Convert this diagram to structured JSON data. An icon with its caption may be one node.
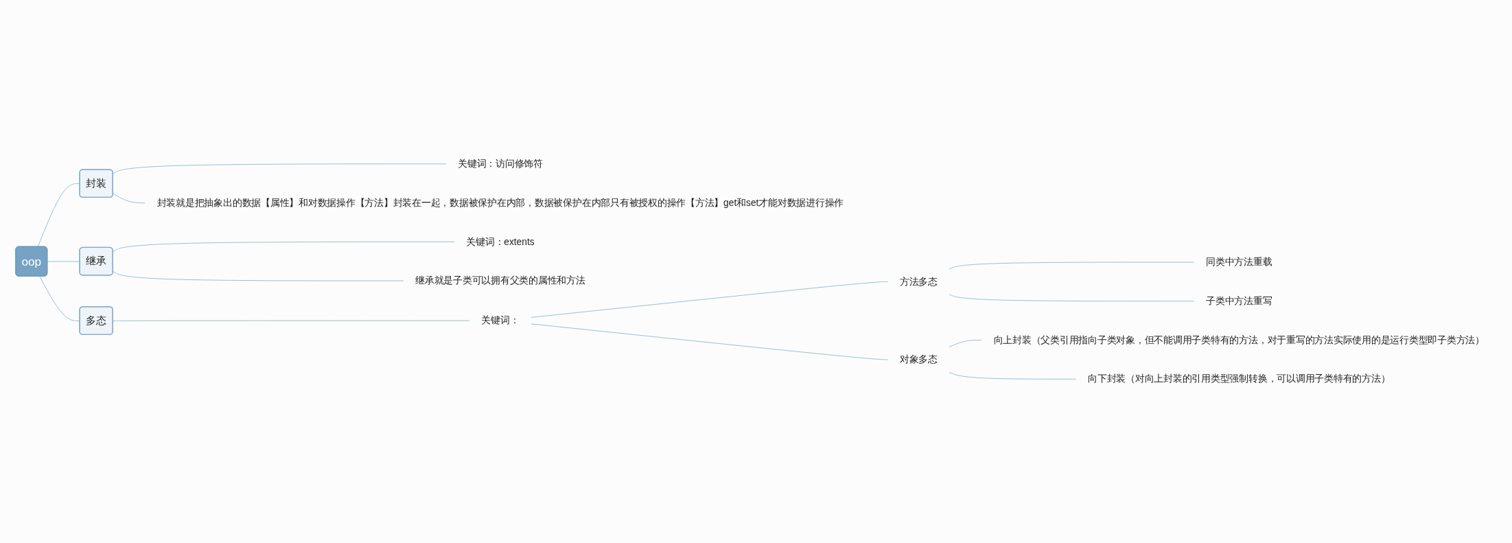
{
  "diagram": {
    "nodes": [
      {
        "text": [
          "oop"
        ]
      },
      {
        "text": [
          "封装"
        ]
      },
      {
        "text": [
          "关键词：访问修饰符"
        ]
      },
      {
        "text": [
          "封装就是把抽象出的数据【属性】和对数据操作【方法】封装在一起，数据被保护在内部，数据被保护在内部只有被授权的操作【方法】get和set才能对数据进行操作"
        ]
      },
      {
        "text": [
          "继承"
        ]
      },
      {
        "text": [
          "关键词：extents"
        ]
      },
      {
        "text": [
          "继承就是子类可以拥有父类的属性和方法"
        ]
      },
      {
        "text": [
          "多态"
        ]
      },
      {
        "text": [
          "关键词："
        ]
      },
      {
        "text": [
          "方法多态"
        ]
      },
      {
        "text": [
          "同类中方法重载"
        ]
      },
      {
        "text": [
          "子类中方法重写"
        ]
      },
      {
        "text": [
          "对象多态"
        ]
      },
      {
        "text": [
          "向上封装（父类引用指向子类对象，但不能调用子类特有的方法，对于重写的方法实际使用的是运行类型即子类方法）"
        ]
      },
      {
        "text": [
          "向下封装（对向上封装的引用类型强制转换，可以调用子类特有的方法）"
        ]
      }
    ],
    "edges": [
      {
        "from": 0,
        "to": 1,
        "arrow": "none"
      },
      {
        "from": 1,
        "to": 2,
        "arrow": "none"
      },
      {
        "from": 1,
        "to": 3,
        "arrow": "none"
      },
      {
        "from": 0,
        "to": 4,
        "arrow": "none"
      },
      {
        "from": 4,
        "to": 5,
        "arrow": "none"
      },
      {
        "from": 4,
        "to": 6,
        "arrow": "none"
      },
      {
        "from": 0,
        "to": 7,
        "arrow": "none"
      },
      {
        "from": 7,
        "to": 8,
        "arrow": "none"
      },
      {
        "from": 8,
        "to": 9,
        "arrow": "none"
      },
      {
        "from": 9,
        "to": 10,
        "arrow": "none"
      },
      {
        "from": 9,
        "to": 11,
        "arrow": "none"
      },
      {
        "from": 8,
        "to": 12,
        "arrow": "none"
      },
      {
        "from": 12,
        "to": 13,
        "arrow": "none"
      },
      {
        "from": 12,
        "to": 14,
        "arrow": "none"
      }
    ]
  }
}
